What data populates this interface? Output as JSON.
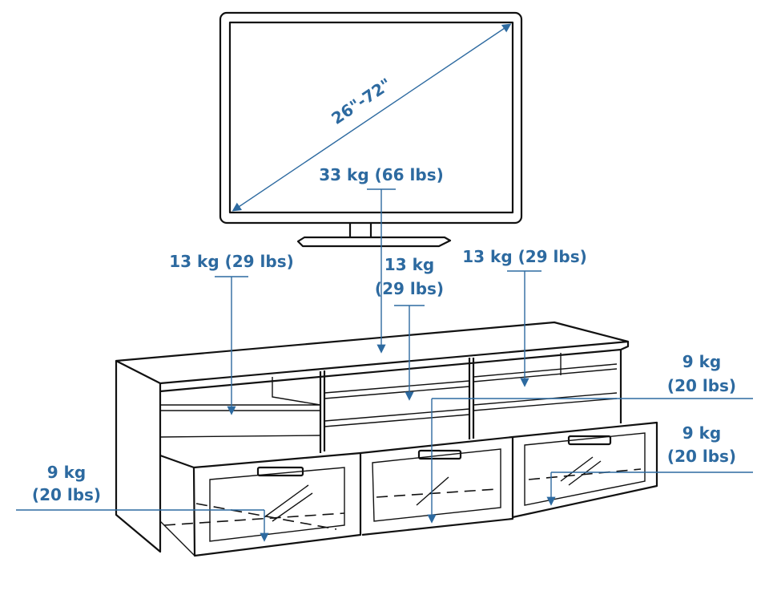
{
  "colors": {
    "accent": "#2d6aa0",
    "line": "#111111"
  },
  "tv": {
    "size_label": "26\"-72\"",
    "load_label": "33 kg (66 lbs)"
  },
  "shelves": {
    "left": {
      "line1": "13 kg (29 lbs)"
    },
    "middle": {
      "line1": "13 kg",
      "line2": "(29 lbs)"
    },
    "right": {
      "line1": "13 kg (29 lbs)"
    }
  },
  "drawers": {
    "left": {
      "line1": "9 kg",
      "line2": "(20 lbs)"
    },
    "middle": {
      "line1": "9 kg",
      "line2": "(20 lbs)"
    },
    "right": {
      "line1": "9 kg",
      "line2": "(20 lbs)"
    }
  }
}
